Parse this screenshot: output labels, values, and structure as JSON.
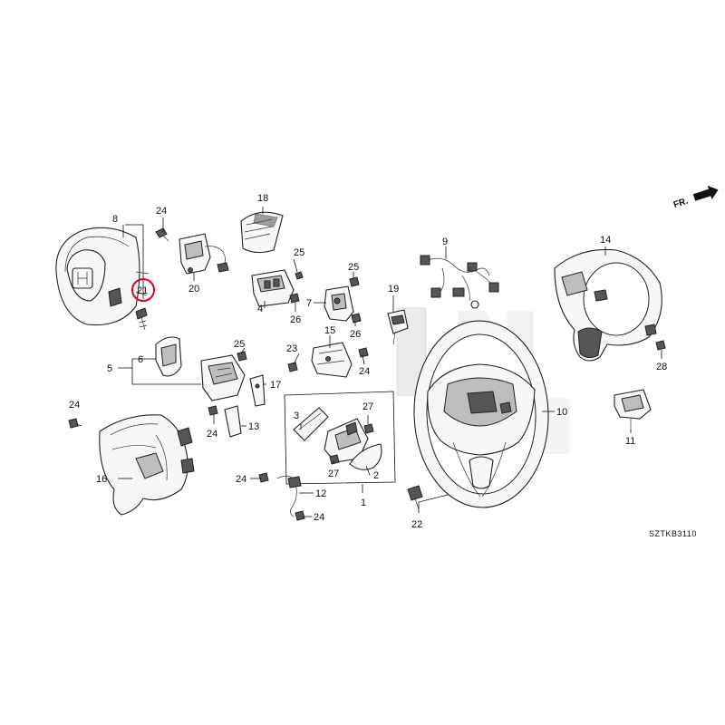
{
  "diagram": {
    "code": "SZTKB3110",
    "direction_label": "FR.",
    "highlight_color": "#e0001b",
    "highlighted_part": "21",
    "callouts": [
      "1",
      "2",
      "3",
      "4",
      "5",
      "6",
      "7",
      "8",
      "9",
      "10",
      "11",
      "12",
      "13",
      "14",
      "15",
      "16",
      "17",
      "18",
      "19",
      "20",
      "21",
      "22",
      "23",
      "24",
      "25",
      "26",
      "27",
      "28"
    ]
  }
}
